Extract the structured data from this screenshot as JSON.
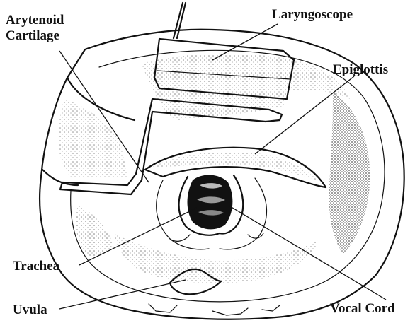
{
  "labels": {
    "arytenoid_line1": "Arytenoid",
    "arytenoid_line2": "Cartilage",
    "laryngoscope": "Laryngoscope",
    "epiglottis": "Epiglottis",
    "trachea": "Trachea",
    "uvula": "Uvula",
    "vocal_cord": "Vocal Cord"
  }
}
